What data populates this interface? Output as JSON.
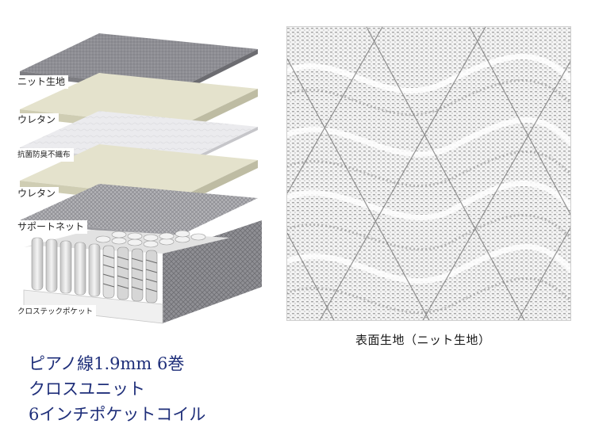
{
  "diagram": {
    "layers": [
      {
        "label": "ニット生地",
        "color": "#8e8e94"
      },
      {
        "label": "ウレタン",
        "color": "#e2e0c8"
      },
      {
        "label": "抗菌防臭不織布",
        "color": "#e9e9ec"
      },
      {
        "label": "ウレタン",
        "color": "#e2e0c8"
      },
      {
        "label": "サポートネット",
        "color": "#a9a9ad"
      },
      {
        "label": "クロステックポケット",
        "color": "#dcdcdc"
      }
    ]
  },
  "fabric": {
    "caption": "表面生地（ニット生地）"
  },
  "spec": {
    "line1": "ピアノ線1.9mm 6巻",
    "line2": "クロスユニット",
    "line3": "6インチポケットコイル"
  },
  "colors": {
    "spec_text": "#1f2f7a",
    "foam": "#e2e0c8",
    "knit": "#8e8e94"
  }
}
